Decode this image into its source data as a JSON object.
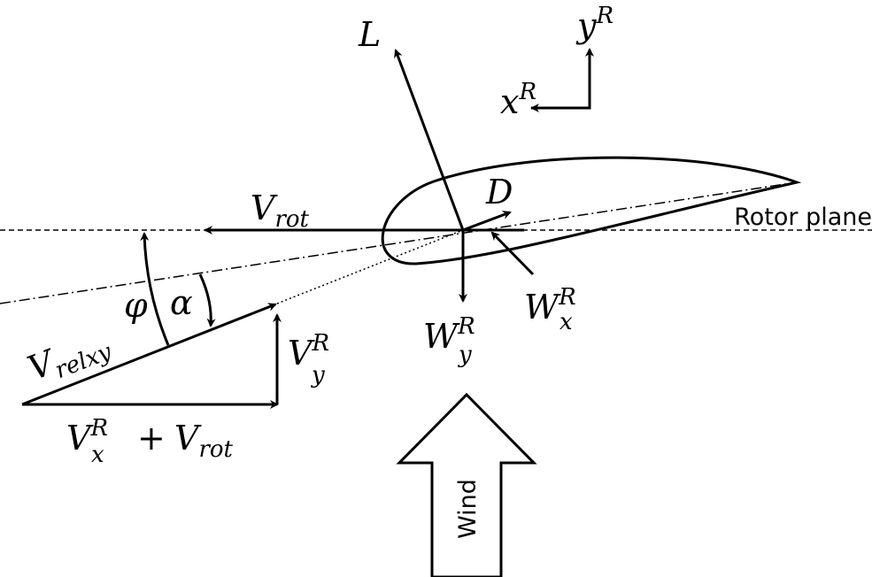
{
  "labels": {
    "lift": "L",
    "drag": "D",
    "v_rot": {
      "base": "V",
      "sub": "rot"
    },
    "w_y": {
      "base": "W",
      "sup": "R",
      "sub": "y"
    },
    "w_x": {
      "base": "W",
      "sup": "R",
      "sub": "x"
    },
    "x_r": {
      "base": "x",
      "sup": "R"
    },
    "y_r": {
      "base": "y",
      "sup": "R"
    },
    "phi": "φ",
    "alpha": "α",
    "v_relxy": {
      "base": "V",
      "sub": "relxy"
    },
    "v_y": {
      "base": "V",
      "sup": "R",
      "sub": "y"
    },
    "v_x_plus_vrot": {
      "base": "V",
      "sup": "R",
      "sub": "x",
      "plus": "+",
      "base2": "V",
      "sub2": "rot"
    },
    "rotor_plane": "Rotor plane",
    "wind": "Wind"
  }
}
